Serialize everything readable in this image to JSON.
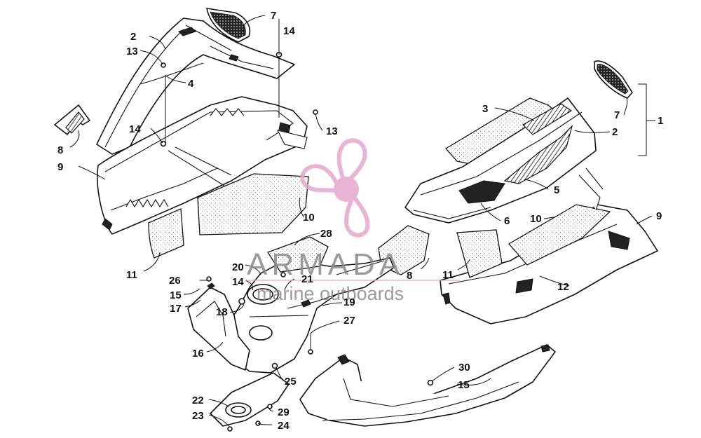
{
  "diagram": {
    "callouts": {
      "c1": "1",
      "c2a": "2",
      "c2b": "2",
      "c3": "3",
      "c4": "4",
      "c5": "5",
      "c6": "6",
      "c7a": "7",
      "c7b": "7",
      "c8a": "8",
      "c8b": "8",
      "c9a": "9",
      "c9b": "9",
      "c10a": "10",
      "c10b": "10",
      "c11a": "11",
      "c11b": "11",
      "c12": "12",
      "c13a": "13",
      "c13b": "13",
      "c14a": "14",
      "c14b": "14",
      "c14c": "14",
      "c15a": "15",
      "c15b": "15",
      "c16": "16",
      "c17": "17",
      "c18": "18",
      "c19": "19",
      "c20": "20",
      "c21": "21",
      "c22": "22",
      "c23": "23",
      "c24": "24",
      "c25": "25",
      "c26": "26",
      "c27": "27",
      "c28": "28",
      "c29": "29",
      "c30": "30"
    }
  },
  "watermark": {
    "brand": "ARMADA",
    "tagline": "marine outboards",
    "logo_color": "#e6a6cc",
    "text_color": "#8a8a8a"
  },
  "colors": {
    "line": "#111111",
    "background": "#ffffff"
  }
}
